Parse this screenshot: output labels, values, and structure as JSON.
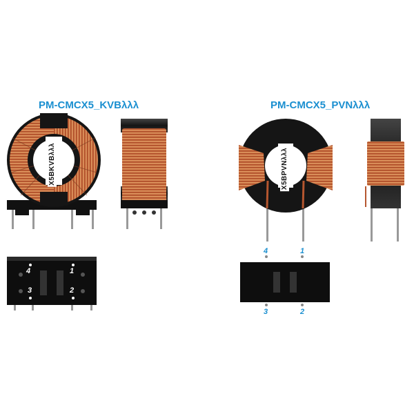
{
  "products": [
    {
      "title": "PM-CMCX5_KVBλλλ",
      "core_label": "X5BKVBλλλ",
      "pins": [
        "4",
        "1",
        "3",
        "2"
      ]
    },
    {
      "title": "PM-CMCX5_PVNλλλ",
      "core_label": "X5BPVNλλλ",
      "pins": [
        "4",
        "1",
        "3",
        "2"
      ]
    }
  ],
  "colors": {
    "title": "#1a8fd0",
    "winding": "#c2623b",
    "core": "#1b1b1b",
    "base": "#111111"
  }
}
